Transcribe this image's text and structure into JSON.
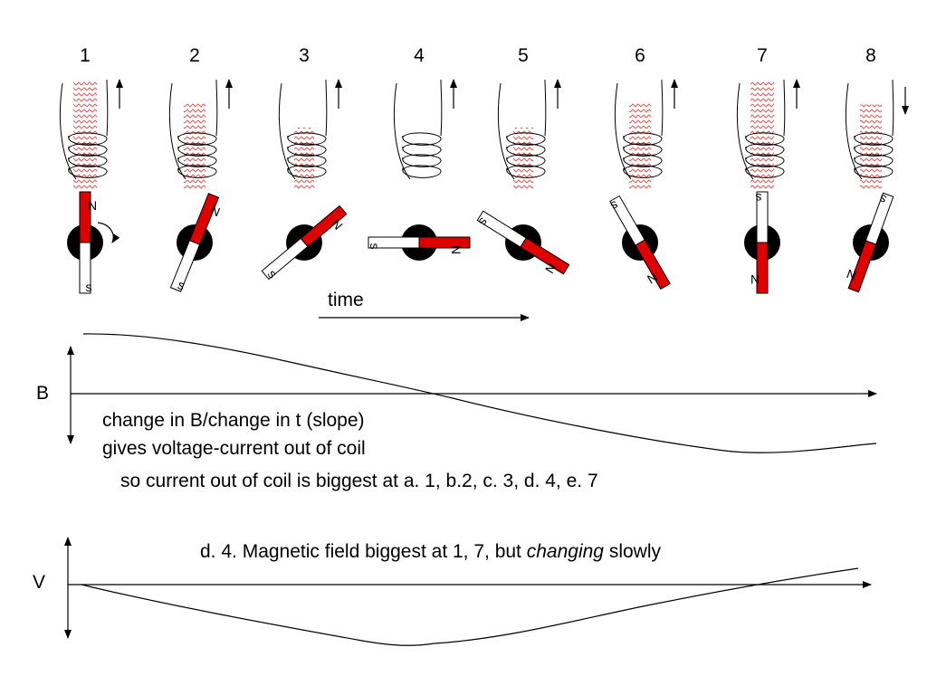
{
  "frames": [
    {
      "number": "1",
      "magnet_angle_deg": 0,
      "field_level": 1.0,
      "arrow": "up",
      "north_label": "N",
      "south_label": "s"
    },
    {
      "number": "2",
      "magnet_angle_deg": 22,
      "field_level": 0.78,
      "arrow": "up",
      "north_label": "N",
      "south_label": "s"
    },
    {
      "number": "3",
      "magnet_angle_deg": 50,
      "field_level": 0.5,
      "arrow": "up",
      "north_label": "N",
      "south_label": "s"
    },
    {
      "number": "4",
      "magnet_angle_deg": 90,
      "field_level": 0.0,
      "arrow": "up",
      "north_label": "N",
      "south_label": "s"
    },
    {
      "number": "5",
      "magnet_angle_deg": 122,
      "field_level": 0.5,
      "arrow": "up",
      "north_label": "N",
      "south_label": "s"
    },
    {
      "number": "6",
      "magnet_angle_deg": 150,
      "field_level": 0.78,
      "arrow": "up",
      "north_label": "N",
      "south_label": "s"
    },
    {
      "number": "7",
      "magnet_angle_deg": 180,
      "field_level": 1.0,
      "arrow": "up",
      "north_label": "N",
      "south_label": "s"
    },
    {
      "number": "8",
      "magnet_angle_deg": 200,
      "field_level": 0.75,
      "arrow": "down",
      "north_label": "N",
      "south_label": "s"
    }
  ],
  "time_label": "time",
  "b_axis_label": "B",
  "v_axis_label": "V",
  "text": {
    "line1": "change in B/change in t (slope)",
    "line2": "gives voltage-current out of coil",
    "question": "so current out of coil is biggest at  a. 1, b.2, c. 3, d. 4, e. 7",
    "answer_prefix": "d. 4.  Magnetic field biggest at 1, 7, but ",
    "answer_emph": "changing",
    "answer_suffix": " slowly"
  },
  "colors": {
    "magnet_north": "#e00000",
    "magnet_south": "#ffffff",
    "field_lines": "#e06060",
    "ink": "#000000"
  }
}
